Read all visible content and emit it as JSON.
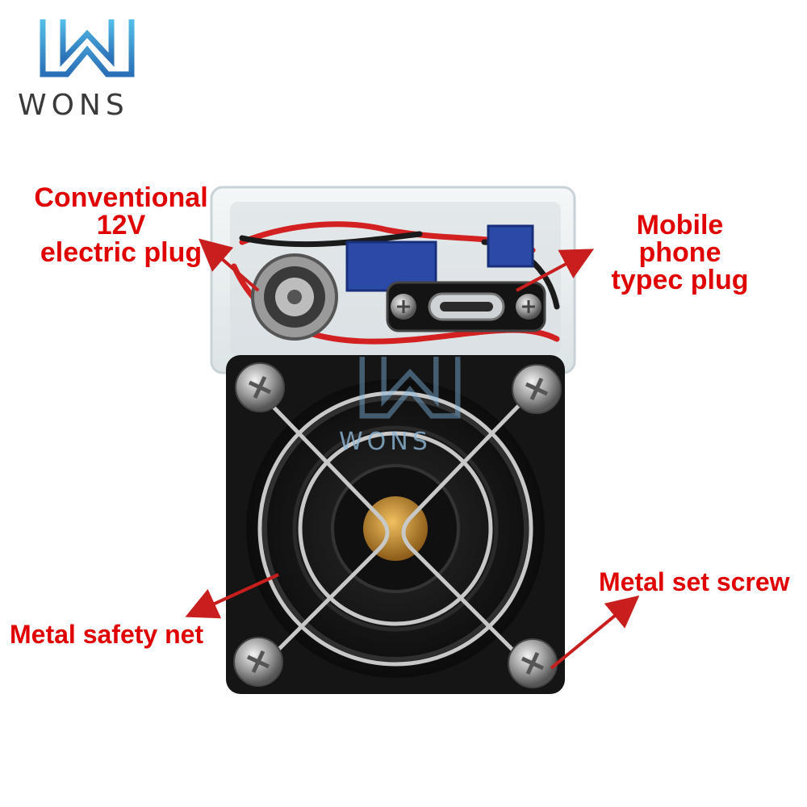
{
  "brand": {
    "name": "WONS",
    "color_primary": "#3b8fd0",
    "color_text": "#3a3a3a"
  },
  "callouts": {
    "plug": {
      "line1": "Conventional 12V",
      "line2": "electric plug"
    },
    "typec": {
      "line1": "Mobile phone",
      "line2": "typec plug"
    },
    "net": {
      "line1": "Metal safety net"
    },
    "screw": {
      "line1": "Metal set screw"
    }
  },
  "colors": {
    "callout_text": "#e00000",
    "arrow": "#c81e1e",
    "housing": "#151515",
    "clear_case": "#e8eef0"
  },
  "icons": [
    "wons-logo-icon",
    "watermark-logo-icon",
    "dc-jack-icon",
    "usb-c-port-icon",
    "screw-icon",
    "fan-grill-icon",
    "arrow-icon"
  ]
}
